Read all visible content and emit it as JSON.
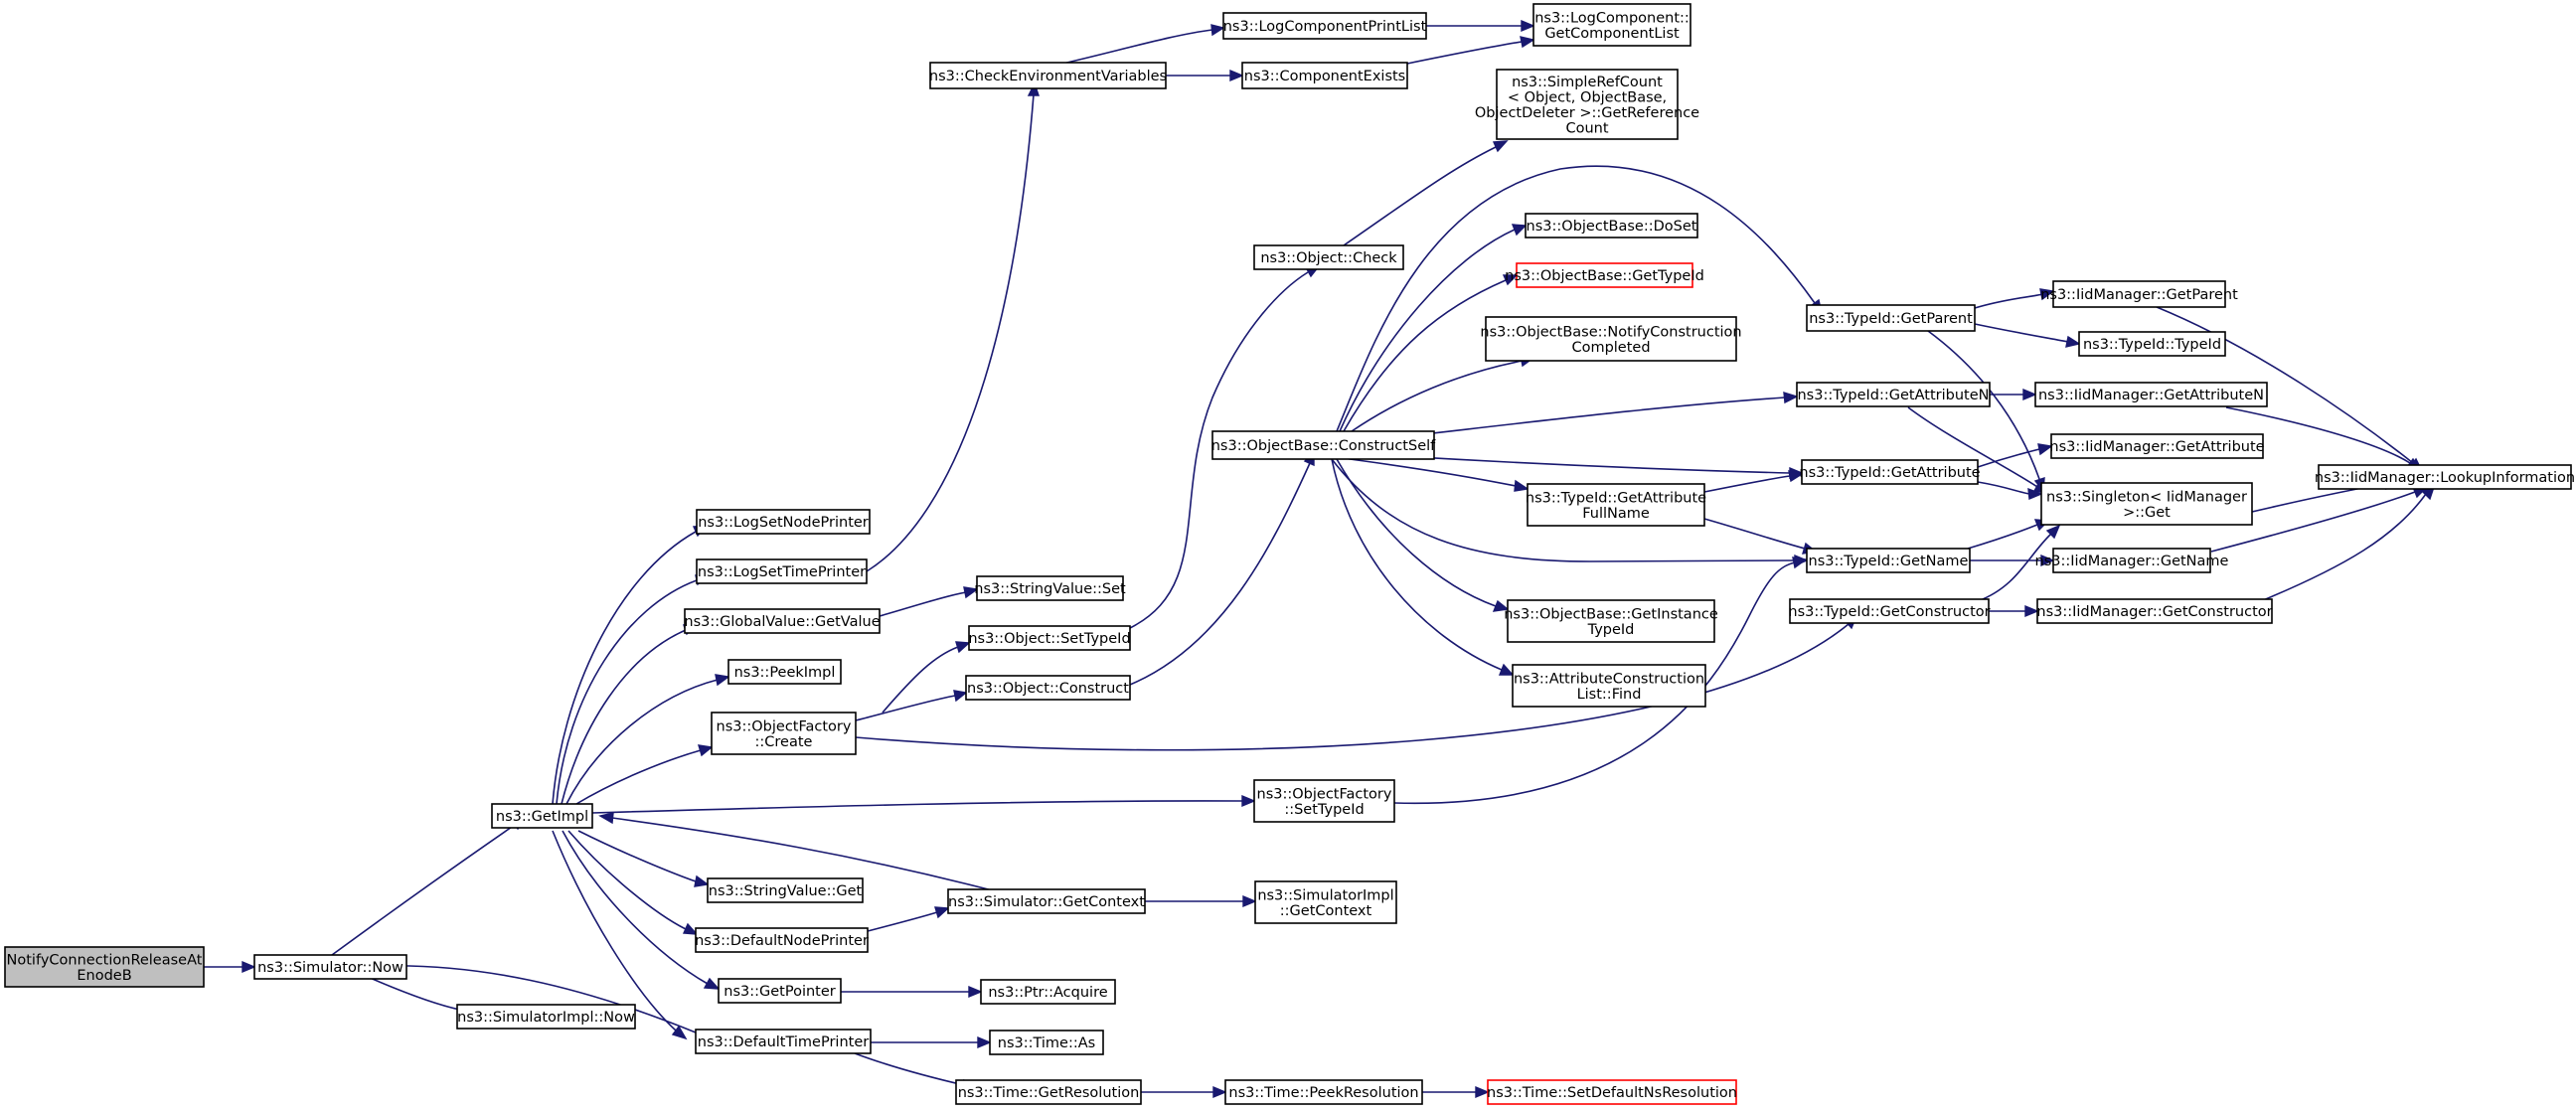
{
  "colors": {
    "edge": "#191970",
    "root_fill": "#bfbfbf",
    "red_border": "#ff0000"
  },
  "nodes": {
    "root": {
      "lines": [
        "NotifyConnectionReleaseAt",
        "EnodeB"
      ]
    },
    "simNow": {
      "lines": [
        "ns3::Simulator::Now"
      ]
    },
    "simImplNow": {
      "lines": [
        "ns3::SimulatorImpl::Now"
      ]
    },
    "getImpl": {
      "lines": [
        "ns3::GetImpl"
      ]
    },
    "logSetNode": {
      "lines": [
        "ns3::LogSetNodePrinter"
      ]
    },
    "logSetTime": {
      "lines": [
        "ns3::LogSetTimePrinter"
      ]
    },
    "gvGetValue": {
      "lines": [
        "ns3::GlobalValue::GetValue"
      ]
    },
    "peekImpl": {
      "lines": [
        "ns3::PeekImpl"
      ]
    },
    "ofCreate": {
      "lines": [
        "ns3::ObjectFactory",
        "::Create"
      ]
    },
    "svGet": {
      "lines": [
        "ns3::StringValue::Get"
      ]
    },
    "defNodePrinter": {
      "lines": [
        "ns3::DefaultNodePrinter"
      ]
    },
    "getPointer": {
      "lines": [
        "ns3::GetPointer"
      ]
    },
    "defTimePrinter": {
      "lines": [
        "ns3::DefaultTimePrinter"
      ]
    },
    "checkEnv": {
      "lines": [
        "ns3::CheckEnvironmentVariables"
      ]
    },
    "logCompPrint": {
      "lines": [
        "ns3::LogComponentPrintList"
      ]
    },
    "compExists": {
      "lines": [
        "ns3::ComponentExists"
      ]
    },
    "logCompGet": {
      "lines": [
        "ns3::LogComponent::",
        "GetComponentList"
      ]
    },
    "svSet": {
      "lines": [
        "ns3::StringValue::Set"
      ]
    },
    "objSetTypeId": {
      "lines": [
        "ns3::Object::SetTypeId"
      ]
    },
    "objConstruct": {
      "lines": [
        "ns3::Object::Construct"
      ]
    },
    "simGetContext": {
      "lines": [
        "ns3::Simulator::GetContext"
      ]
    },
    "ptrAcquire": {
      "lines": [
        "ns3::Ptr::Acquire"
      ]
    },
    "timeAs": {
      "lines": [
        "ns3::Time::As"
      ]
    },
    "timeGetRes": {
      "lines": [
        "ns3::Time::GetResolution"
      ]
    },
    "objCheck": {
      "lines": [
        "ns3::Object::Check"
      ]
    },
    "obConstructSelf": {
      "lines": [
        "ns3::ObjectBase::ConstructSelf"
      ]
    },
    "ofSetTypeId": {
      "lines": [
        "ns3::ObjectFactory",
        "::SetTypeId"
      ]
    },
    "simImplGetCtx": {
      "lines": [
        "ns3::SimulatorImpl",
        "::GetContext"
      ]
    },
    "timePeekRes": {
      "lines": [
        "ns3::Time::PeekResolution"
      ]
    },
    "srcGetRef": {
      "lines": [
        "ns3::SimpleRefCount",
        "< Object, ObjectBase,",
        " ObjectDeleter >::GetReference",
        "Count"
      ]
    },
    "obDoSet": {
      "lines": [
        "ns3::ObjectBase::DoSet"
      ]
    },
    "obGetTypeId": {
      "lines": [
        "ns3::ObjectBase::GetTypeId"
      ]
    },
    "obNotify": {
      "lines": [
        "ns3::ObjectBase::NotifyConstruction",
        "Completed"
      ]
    },
    "tidGetAttrFull": {
      "lines": [
        "ns3::TypeId::GetAttribute",
        "FullName"
      ]
    },
    "obGetInstTid": {
      "lines": [
        "ns3::ObjectBase::GetInstance",
        "TypeId"
      ]
    },
    "attrConsFind": {
      "lines": [
        "ns3::AttributeConstruction",
        "List::Find"
      ]
    },
    "timeSetDefNs": {
      "lines": [
        "ns3::Time::SetDefaultNsResolution"
      ]
    },
    "tidGetParent": {
      "lines": [
        "ns3::TypeId::GetParent"
      ]
    },
    "tidGetAttrN": {
      "lines": [
        "ns3::TypeId::GetAttributeN"
      ]
    },
    "tidGetAttr": {
      "lines": [
        "ns3::TypeId::GetAttribute"
      ]
    },
    "tidGetName": {
      "lines": [
        "ns3::TypeId::GetName"
      ]
    },
    "tidGetCtor": {
      "lines": [
        "ns3::TypeId::GetConstructor"
      ]
    },
    "iidGetParent": {
      "lines": [
        "ns3::IidManager::GetParent"
      ]
    },
    "tidTypeId": {
      "lines": [
        "ns3::TypeId::TypeId"
      ]
    },
    "iidGetAttrN": {
      "lines": [
        "ns3::IidManager::GetAttributeN"
      ]
    },
    "iidGetAttr": {
      "lines": [
        "ns3::IidManager::GetAttribute"
      ]
    },
    "singletonGet": {
      "lines": [
        "ns3::Singleton< IidManager",
        " >::Get"
      ]
    },
    "iidGetName": {
      "lines": [
        "ns3::IidManager::GetName"
      ]
    },
    "iidGetCtor": {
      "lines": [
        "ns3::IidManager::GetConstructor"
      ]
    },
    "iidLookup": {
      "lines": [
        "ns3::IidManager::LookupInformation"
      ]
    }
  }
}
